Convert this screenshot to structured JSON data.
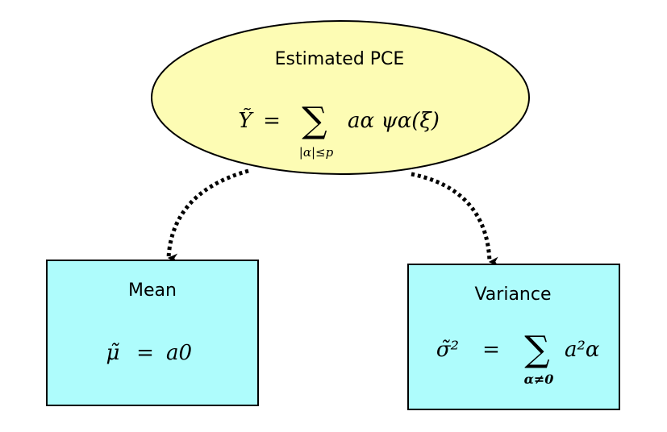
{
  "colors": {
    "ellipse_fill": "#fdfcb4",
    "box_fill": "#aefcfc",
    "stroke": "#000000"
  },
  "root": {
    "title": "Estimated PCE",
    "formula": {
      "lhs": "Ỹ",
      "eq": "=",
      "sum": "∑",
      "sum_sub": "|α|≤p",
      "term": "aα ψα(ξ)"
    }
  },
  "mean": {
    "title": "Mean",
    "formula": {
      "lhs": "μ̃",
      "eq": "=",
      "rhs": "a0"
    }
  },
  "variance": {
    "title": "Variance",
    "formula": {
      "lhs": "σ̃²",
      "eq": "=",
      "sum": "∑",
      "sum_sub": "α≠0",
      "term": "a²α"
    }
  }
}
